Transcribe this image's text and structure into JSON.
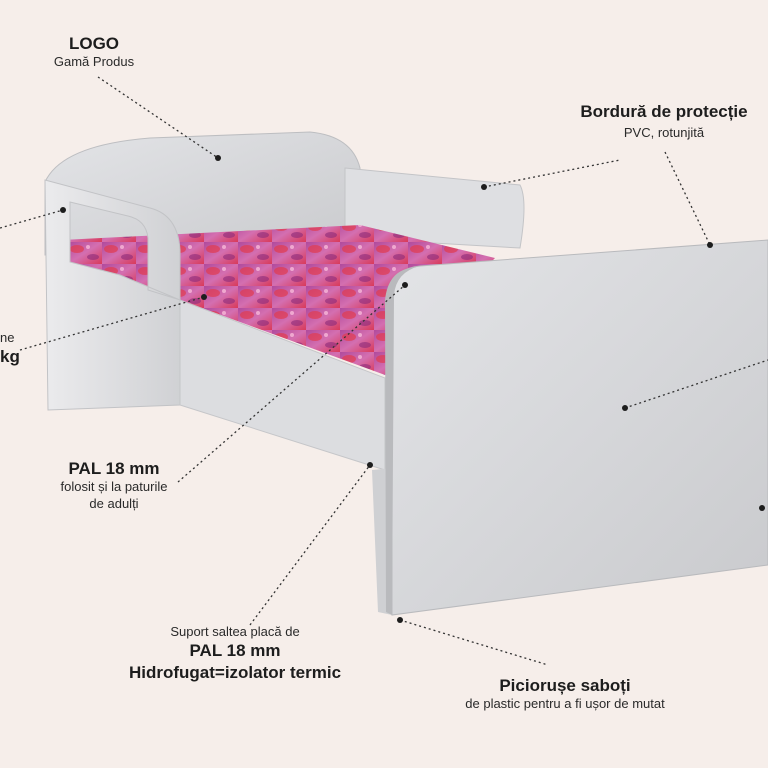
{
  "callouts": {
    "logo": {
      "title": "LOGO",
      "subtitle": "Gamă Produs"
    },
    "border": {
      "title": "Bordură de protecție",
      "subtitle": "PVC, rotunjită"
    },
    "left_partial": {
      "line1": "ne",
      "line2": "kg"
    },
    "pal": {
      "title": "PAL 18 mm",
      "line1": "folosit și la paturile",
      "line2": "de adulți"
    },
    "support": {
      "line1": "Suport saltea placă de",
      "line2": "PAL 18 mm",
      "line3": "Hidrofugat=izolator termic"
    },
    "feet": {
      "title": "Piciorușe saboți",
      "subtitle": "de plastic pentru a fi ușor de mutat"
    }
  },
  "colors": {
    "background": "#f6eeea",
    "panel": "#d8d9dc",
    "mattress": "#c9397a"
  }
}
